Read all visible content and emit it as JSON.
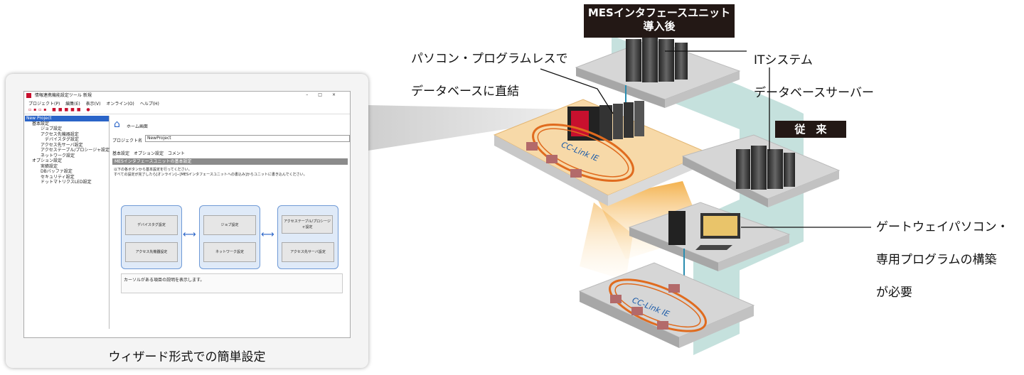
{
  "callouts": {
    "banner_after": [
      "MESインタフェースユニット",
      "導入後"
    ],
    "banner_before": "従　来",
    "direct_connect": [
      "パソコン・プログラムレスで",
      "データベースに直結"
    ],
    "it_system": [
      "ITシステム",
      "データベースサーバー"
    ],
    "gateway_pc": [
      "ゲートウェイパソコン・",
      "専用プログラムの構築",
      "が必要"
    ],
    "network_logo": "CC-Link IE"
  },
  "screenshot": {
    "caption": "ウィザード形式での簡単設定",
    "window_title": "情報連携機能設定ツール 新規",
    "menu": [
      "プロジェクト(P)",
      "編集(E)",
      "表示(V)",
      "オンライン(O)",
      "ヘルプ(H)"
    ],
    "tree": [
      "New Project",
      "基本設定",
      "ジョブ設定",
      "アクセス先機器設定",
      "デバイスタグ設定",
      "アクセス先サーバ設定",
      "アクセステーブル/プロシージャ設定",
      "ネットワーク設定",
      "オプション設定",
      "実績設定",
      "DBバッファ設定",
      "セキュリティ設定",
      "ドットマトリクスLED設定"
    ],
    "home": "ホーム画面",
    "project_label": "プロジェクト名",
    "project_value": "NewProject",
    "tabs": [
      "基本設定",
      "オプション設定",
      "コメント"
    ],
    "section_title": "MESインタフェースユニットの基本設定",
    "instructions": [
      "以下の各ボタンから基本設定を行ってください。",
      "すべての設定が完了したら[オンライン]−[MESインタフェースユニットへの書込み]からユニットに書き込んでください。"
    ],
    "buttons": [
      "デバイスタグ設定",
      "アクセス先機器設定",
      "ジョブ設定",
      "ネットワーク設定",
      "アクセステーブル/プロシージャ設定",
      "アクセス先サーバ設定"
    ],
    "hint": "カーソルがある項目の説明を表示します。"
  }
}
